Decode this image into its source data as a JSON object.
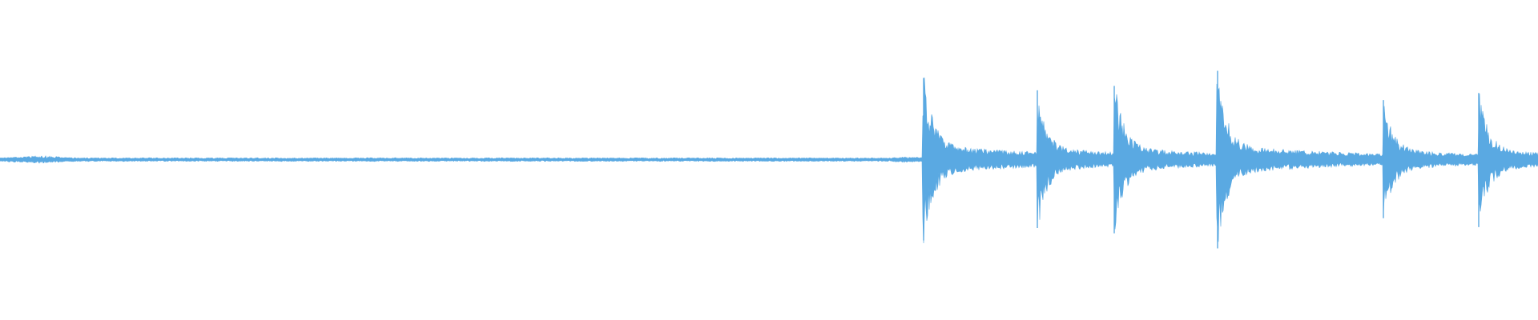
{
  "waveform": {
    "color": "#5aa9e2",
    "background": "#ffffff",
    "noise_floor_level": 0.015,
    "transients": [
      {
        "time_fraction": 0.6,
        "peak_up": 0.92,
        "peak_down": 0.91,
        "sustain": 0.3,
        "decay": 0.12
      },
      {
        "time_fraction": 0.674,
        "peak_up": 0.78,
        "peak_down": 0.77,
        "sustain": 0.25,
        "decay": 0.1
      },
      {
        "time_fraction": 0.724,
        "peak_up": 0.83,
        "peak_down": 0.83,
        "sustain": 0.27,
        "decay": 0.1
      },
      {
        "time_fraction": 0.791,
        "peak_up": 1.0,
        "peak_down": 1.0,
        "sustain": 0.3,
        "decay": 0.12
      },
      {
        "time_fraction": 0.899,
        "peak_up": 0.67,
        "peak_down": 0.66,
        "sustain": 0.22,
        "decay": 0.1
      },
      {
        "time_fraction": 0.961,
        "peak_up": 0.75,
        "peak_down": 0.76,
        "sustain": 0.24,
        "decay": 0.08
      }
    ]
  }
}
